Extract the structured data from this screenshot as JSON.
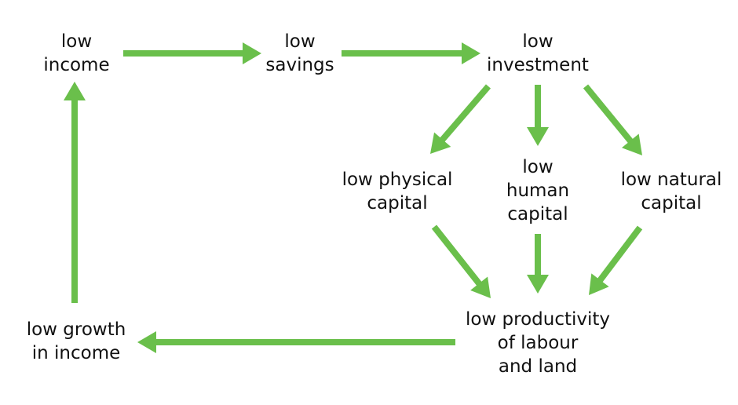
{
  "diagram": {
    "arrow_color": "#6abf4b",
    "nodes": {
      "low_income": {
        "lines": [
          "low",
          "income"
        ]
      },
      "low_savings": {
        "lines": [
          "low",
          "savings"
        ]
      },
      "low_investment": {
        "lines": [
          "low",
          "investment"
        ]
      },
      "low_physical_capital": {
        "lines": [
          "low physical",
          "capital"
        ]
      },
      "low_human_capital": {
        "lines": [
          "low",
          "human",
          "capital"
        ]
      },
      "low_natural_capital": {
        "lines": [
          "low natural",
          "capital"
        ]
      },
      "low_productivity": {
        "lines": [
          "low productivity",
          "of labour",
          "and land"
        ]
      },
      "low_growth": {
        "lines": [
          "low growth",
          "in income"
        ]
      }
    },
    "edges": [
      {
        "from": "low_income",
        "to": "low_savings"
      },
      {
        "from": "low_savings",
        "to": "low_investment"
      },
      {
        "from": "low_investment",
        "to": "low_physical_capital"
      },
      {
        "from": "low_investment",
        "to": "low_human_capital"
      },
      {
        "from": "low_investment",
        "to": "low_natural_capital"
      },
      {
        "from": "low_physical_capital",
        "to": "low_productivity"
      },
      {
        "from": "low_human_capital",
        "to": "low_productivity"
      },
      {
        "from": "low_natural_capital",
        "to": "low_productivity"
      },
      {
        "from": "low_productivity",
        "to": "low_growth"
      },
      {
        "from": "low_growth",
        "to": "low_income"
      }
    ]
  }
}
